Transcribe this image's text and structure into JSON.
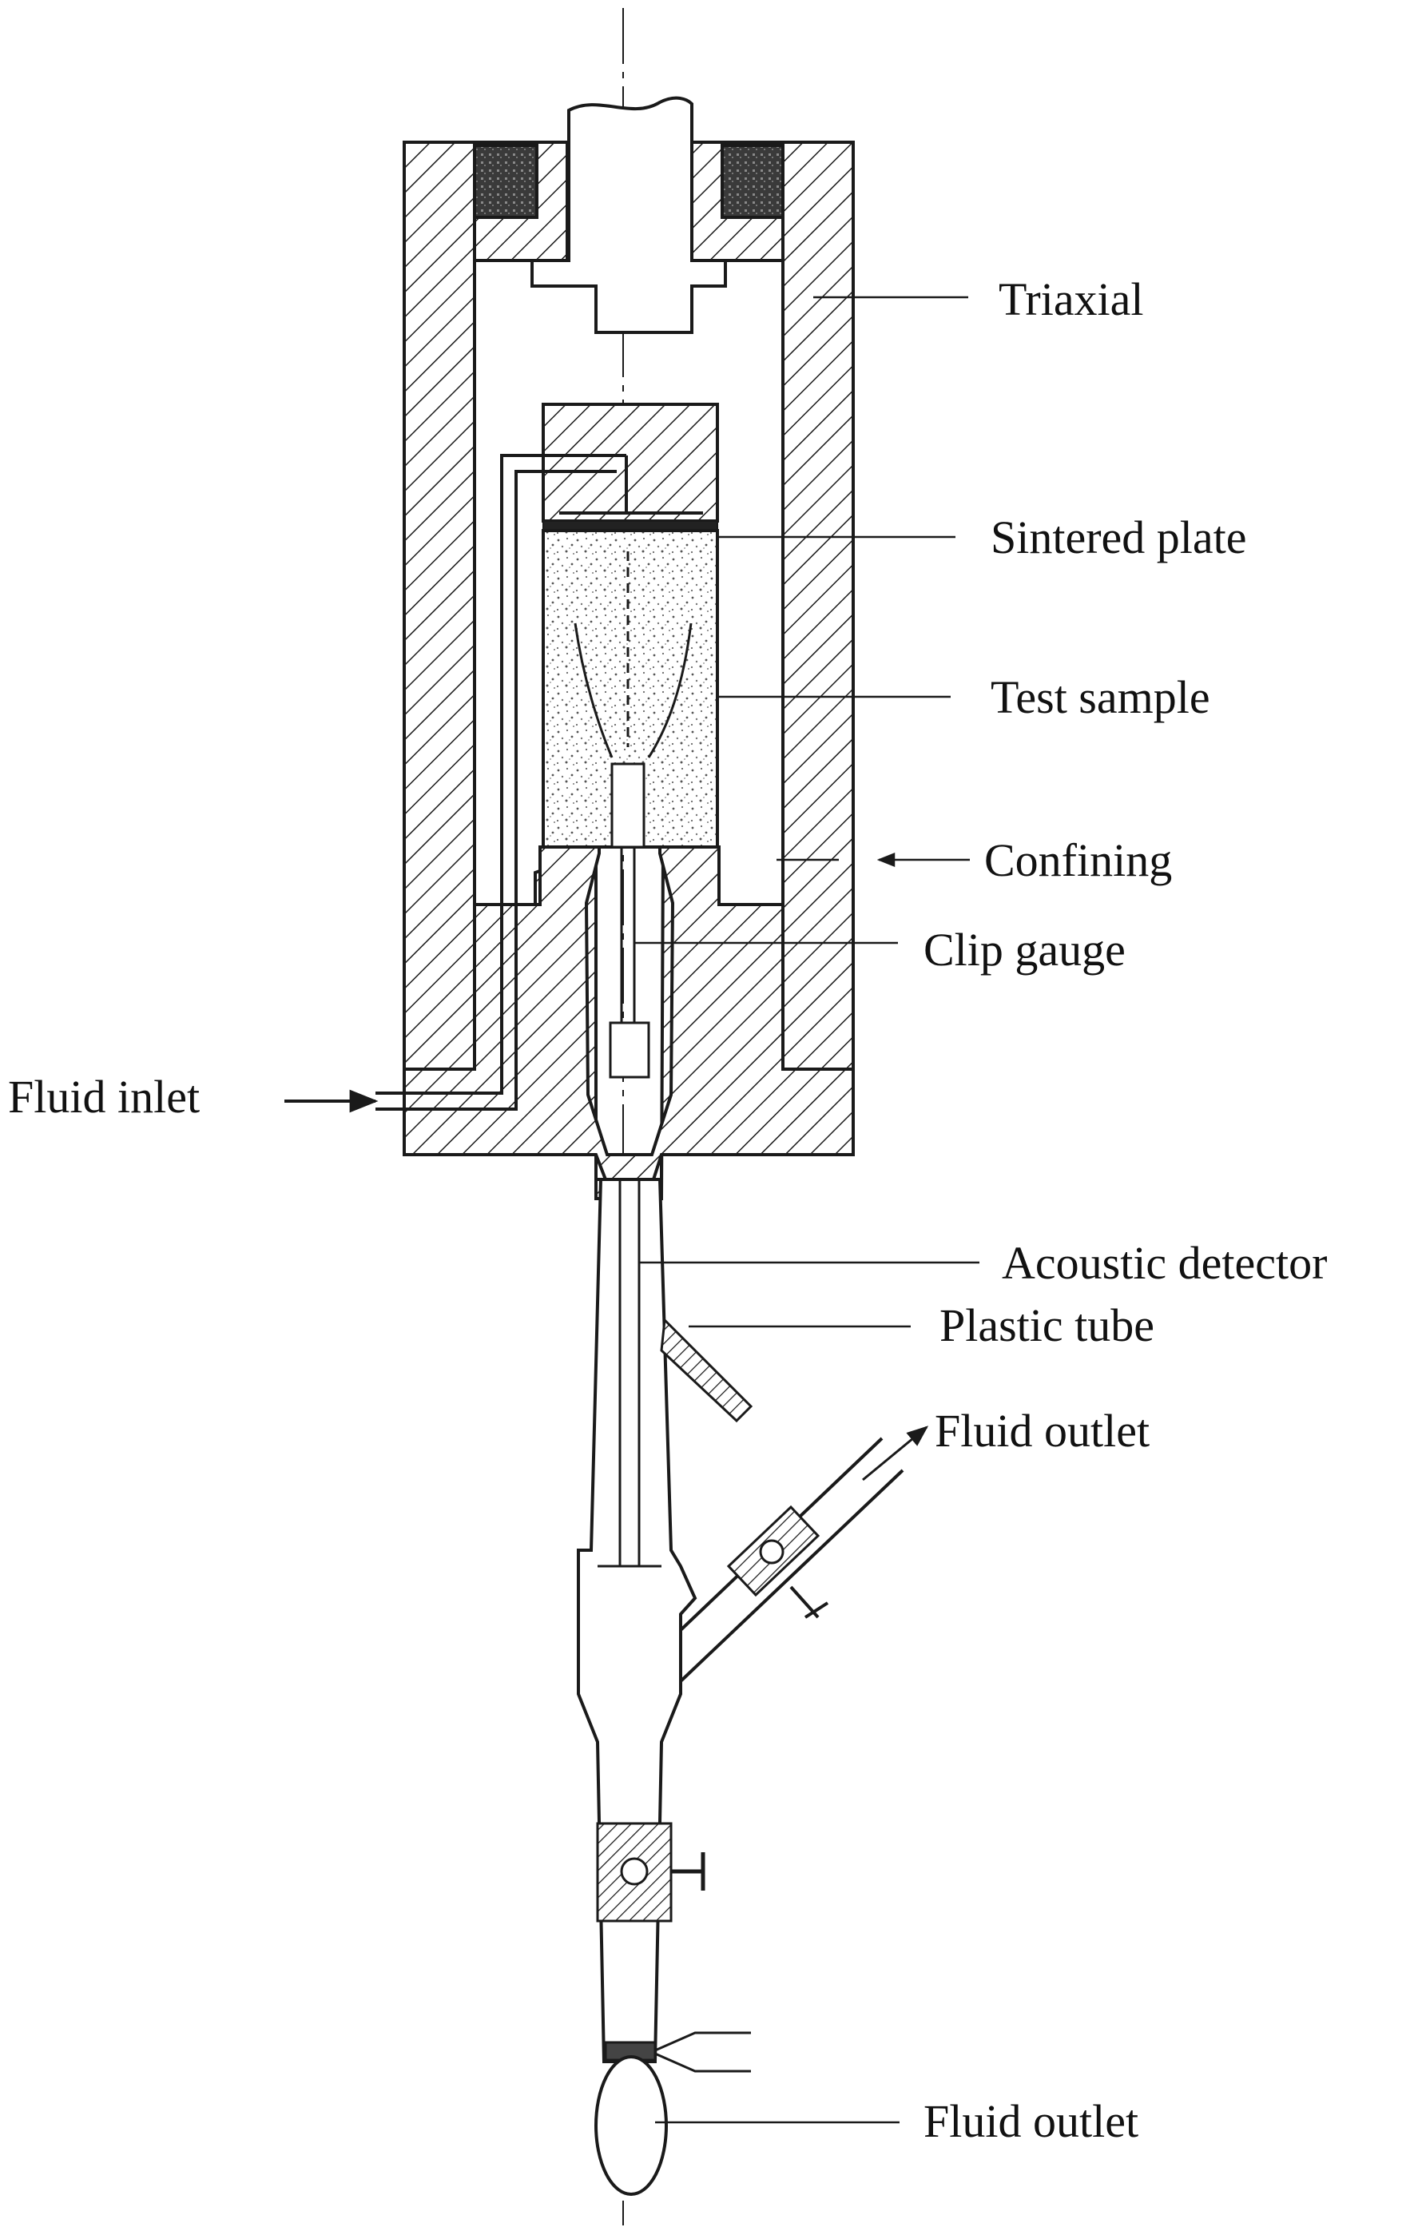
{
  "labels": {
    "triaxial": "Triaxial",
    "sintered_plate": "Sintered plate",
    "test_sample": "Test sample",
    "confining": "Confining",
    "clip_gauge": "Clip gauge",
    "fluid_inlet": "Fluid inlet",
    "acoustic_detector": "Acoustic detector",
    "plastic_tube": "Plastic tube",
    "fluid_outlet_upper": "Fluid outlet",
    "fluid_outlet_lower": "Fluid outlet"
  },
  "colors": {
    "line": "#1a1a1a",
    "hatch_fill": "#ffffff",
    "seal": "#3a3a3a",
    "sample_dots": "#555555"
  }
}
